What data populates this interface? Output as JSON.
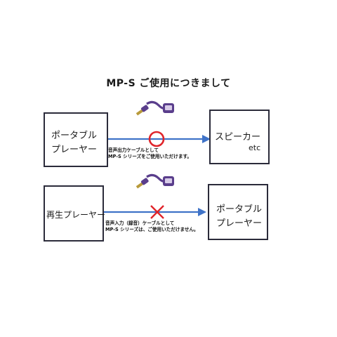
{
  "title": "MP-S ご使用につきまして",
  "row1": {
    "left_box": {
      "line1": "ポータブル",
      "line2": "プレーヤー"
    },
    "right_box": {
      "line1": "スピーカー",
      "line2": "etc"
    },
    "mark": "circle",
    "caption": {
      "line1": "音声出力ケーブルとして",
      "line2": "MP-S シリーズをご使用いただけます。"
    }
  },
  "row2": {
    "left_box": {
      "line1": "再生プレーヤー"
    },
    "right_box": {
      "line1": "ポータブル",
      "line2": "プレーヤー"
    },
    "mark": "cross",
    "caption": {
      "line1": "音声入力（録音）ケーブルとして",
      "line2": "MP-S シリーズは、ご使用いただけません。"
    }
  },
  "colors": {
    "arrow": "#3f73c8",
    "circle": "#e0242a",
    "cross": "#e0242a",
    "cable": "#5a3e8c",
    "plug": "#b89a3a"
  }
}
